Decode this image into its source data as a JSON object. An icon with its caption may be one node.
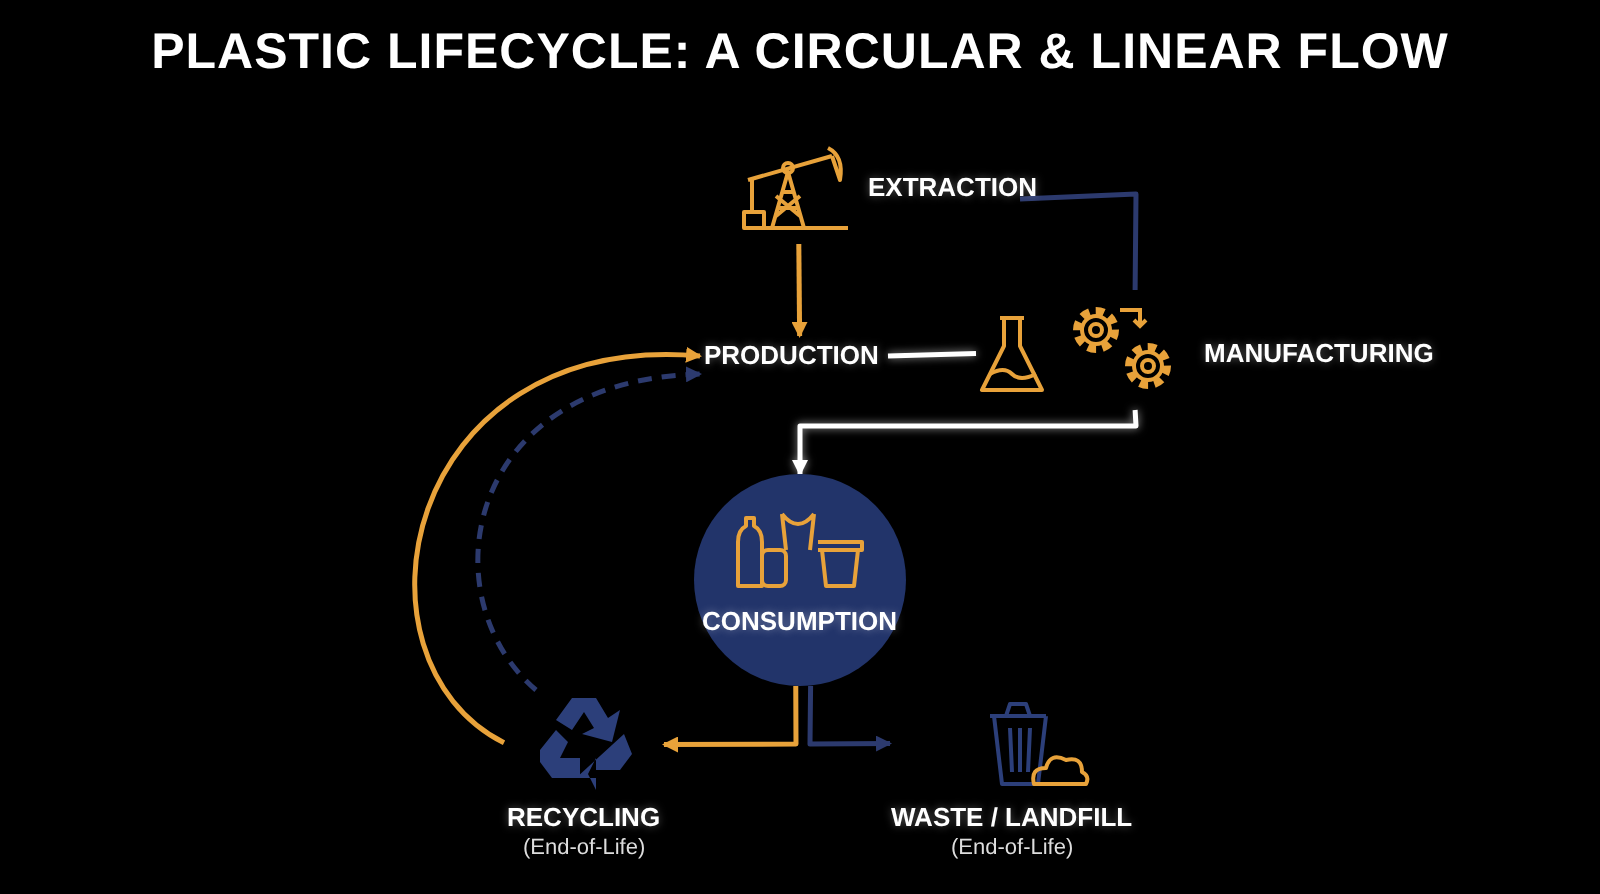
{
  "diagram": {
    "title": "PLASTIC LIFECYCLE: A CIRCULAR & LINEAR FLOW",
    "nodes": [
      {
        "text": [
          "EXTRACTION"
        ]
      },
      {
        "text": [
          "PRODUCTION"
        ]
      },
      {
        "text": [
          "MANUFACTURING"
        ]
      },
      {
        "text": [
          "CONSUMPTION"
        ]
      },
      {
        "text": [
          "RECYCLING",
          "(End-of-Life)"
        ]
      },
      {
        "text": [
          "WASTE / LANDFILL",
          "(End-of-Life)"
        ]
      }
    ],
    "edges": [
      {
        "from": 0,
        "to": 1,
        "arrow": "to",
        "color": "#e8a23a"
      },
      {
        "from": 0,
        "to": 2,
        "arrow": "none",
        "color": "#2c3a6e"
      },
      {
        "from": 1,
        "to": 2,
        "arrow": "none",
        "color": "#ffffff"
      },
      {
        "from": 2,
        "to": 3,
        "arrow": "to",
        "color": "#ffffff"
      },
      {
        "from": 3,
        "to": 4,
        "arrow": "to",
        "color": "#e8a23a"
      },
      {
        "from": 3,
        "to": 5,
        "arrow": "to",
        "color": "#2c3a6e"
      },
      {
        "from": 4,
        "to": 1,
        "arrow": "to",
        "color": "#e8a23a"
      },
      {
        "from": 4,
        "to": 1,
        "arrow": "to",
        "style": "dashed",
        "color": "#2c3a6e"
      }
    ]
  }
}
